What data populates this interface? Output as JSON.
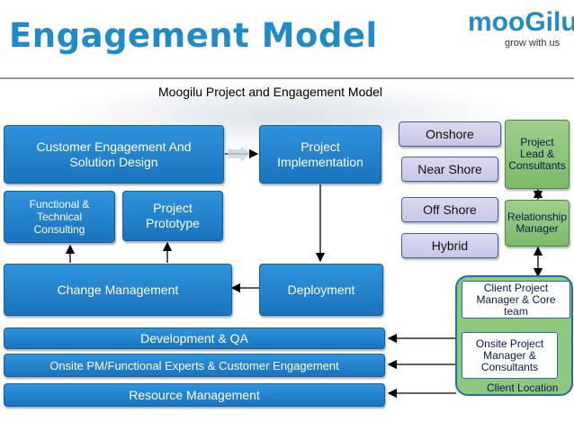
{
  "header": {
    "title": "Engagement Model",
    "logo_text": "mooGilu",
    "logo_tagline": "grow with us"
  },
  "diagram": {
    "subtitle": "Moogilu Project and Engagement Model",
    "nodes": {
      "customer_engagement": "Customer Engagement And Solution Design",
      "project_implementation": "Project Implementation",
      "functional_technical": "Functional & Technical Consulting",
      "project_prototype": "Project Prototype",
      "change_management": "Change Management",
      "deployment": "Deployment",
      "development_qa": "Development & QA",
      "onsite_pm": "Onsite PM/Functional Experts & Customer Engagement",
      "resource_management": "Resource  Management",
      "onshore": "Onshore",
      "near_shore": "Near Shore",
      "off_shore": "Off Shore",
      "hybrid": "Hybrid",
      "project_lead": "Project Lead & Consultants",
      "relationship_manager": "Relationship Manager",
      "client_project_manager": "Client Project Manager & Core team",
      "onsite_project_manager": "Onsite Project Manager & Consultants",
      "client_location": "Client Location"
    },
    "colors": {
      "blue": "#1f86d2",
      "lavender": "#d3d1ec",
      "green": "#8fc87d",
      "title": "#1f8cc9"
    }
  }
}
